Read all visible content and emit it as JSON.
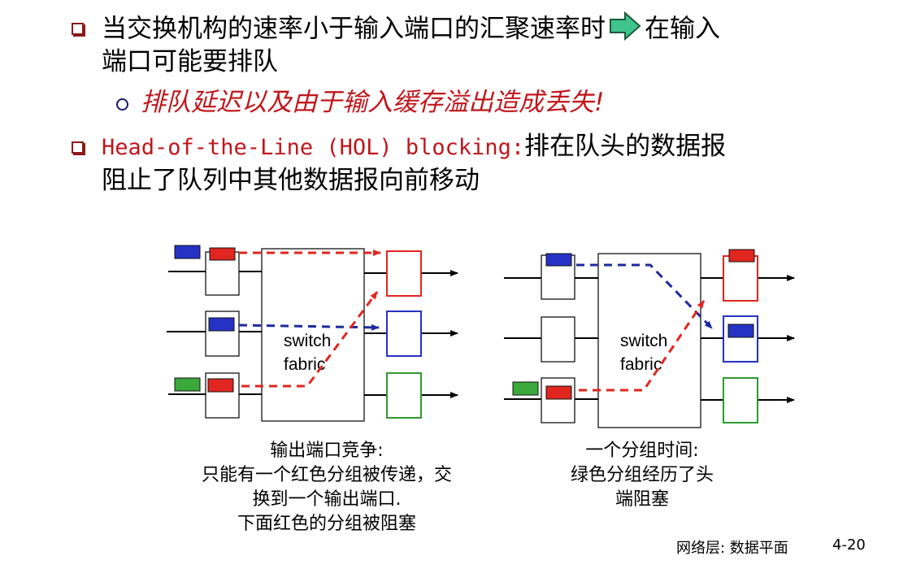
{
  "bullet1": {
    "part1": "当交换机构的速率小于输入端口的汇聚速率时",
    "part2": "在输入",
    "line2": "端口可能要排队"
  },
  "sub1": "排队延迟以及由于输入缓存溢出造成丢失!",
  "bullet2": {
    "code": "Head-of-the-Line (HOL) blocking:",
    "tail": "排在队头的数据报",
    "line2": "阻止了队列中其他数据报向前移动"
  },
  "diagram_left": {
    "fabric_line1": "switch",
    "fabric_line2": "fabric",
    "caption": [
      "输出端口竞争:",
      "只能有一个红色分组被传递，交",
      "换到一个输出端口.",
      "下面红色的分组被阻塞"
    ]
  },
  "diagram_right": {
    "fabric_line1": "switch",
    "fabric_line2": "fabric",
    "caption": [
      "一个分组时间:",
      "绿色分组经历了头",
      "端阻塞"
    ]
  },
  "footer": {
    "section": "网络层: 数据平面",
    "page": "4-20"
  },
  "colors": {
    "red": "#e0261f",
    "blue": "#2632c4",
    "green": "#2e9a2e",
    "bullet": "#8b1a1a",
    "arrow_fill": "#3fc48e"
  }
}
